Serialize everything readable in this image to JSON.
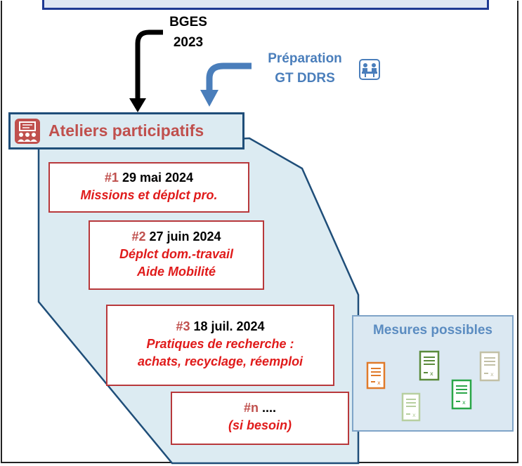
{
  "inputs": {
    "bges_line1": "BGES",
    "bges_line2": "2023",
    "prep_line1": "Préparation",
    "prep_line2": "GT DDRS"
  },
  "header": {
    "title": "Ateliers participatifs"
  },
  "workshops": [
    {
      "num": "#1",
      "date": "29 mai  2024",
      "desc": [
        "Missions et déplct pro."
      ]
    },
    {
      "num": "#2",
      "date": "27 juin  2024",
      "desc": [
        "Déplct dom.-travail",
        "Aide Mobilité"
      ]
    },
    {
      "num": "#3",
      "date": "18 juil. 2024",
      "desc": [
        "Pratiques de recherche :",
        "achats, recyclage, réemploi"
      ]
    },
    {
      "num": "#n",
      "date": "....",
      "desc": [
        "(si besoin)"
      ]
    }
  ],
  "mesures": {
    "title": "Mesures possibles",
    "docs": [
      {
        "icon": "document-icon",
        "color": "#e07a2a"
      },
      {
        "icon": "document-icon",
        "color": "#5a8a3a"
      },
      {
        "icon": "document-icon",
        "color": "#b7cfa0"
      },
      {
        "icon": "document-icon",
        "color": "#2aa648"
      },
      {
        "icon": "document-icon",
        "color": "#c2c0a6"
      }
    ]
  },
  "colors": {
    "accent_red": "#c0504d",
    "text_red": "#e01b1b",
    "blue_arrow": "#4a7ebb",
    "dark_blue": "#1f4e79",
    "panel_fill": "#dcebf2"
  }
}
